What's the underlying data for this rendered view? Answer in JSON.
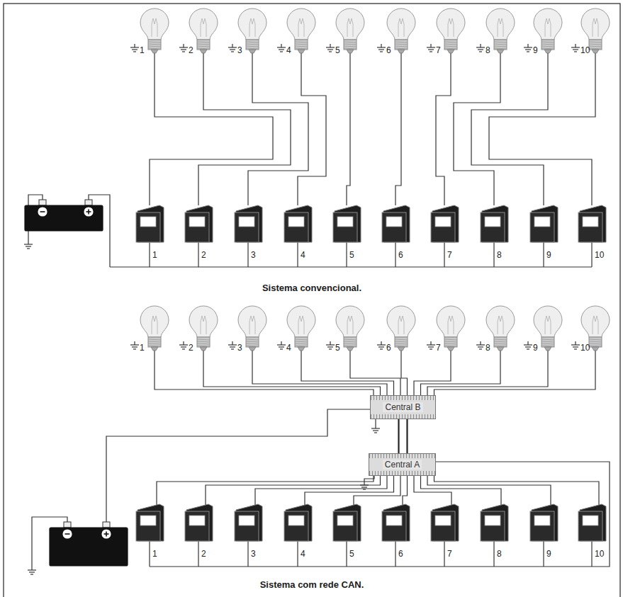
{
  "diagram": {
    "nodes": [
      {
        "text": [
          "Central B"
        ]
      },
      {
        "text": [
          "Central A"
        ]
      }
    ],
    "edges": [
      {
        "from": 0,
        "to": 1,
        "arrow": "none"
      },
      {
        "from": 0,
        "to": 1,
        "arrow": "none"
      }
    ],
    "labels": [
      "1",
      "2",
      "3",
      "4",
      "5",
      "6",
      "7",
      "8",
      "9",
      "10",
      "1",
      "2",
      "3",
      "4",
      "5",
      "6",
      "7",
      "8",
      "9",
      "10",
      "Sistema convencional.",
      "1",
      "2",
      "3",
      "4",
      "5",
      "6",
      "7",
      "8",
      "9",
      "10",
      "1",
      "2",
      "3",
      "4",
      "5",
      "6",
      "7",
      "8",
      "9",
      "10",
      "Sistema com rede CAN."
    ]
  }
}
